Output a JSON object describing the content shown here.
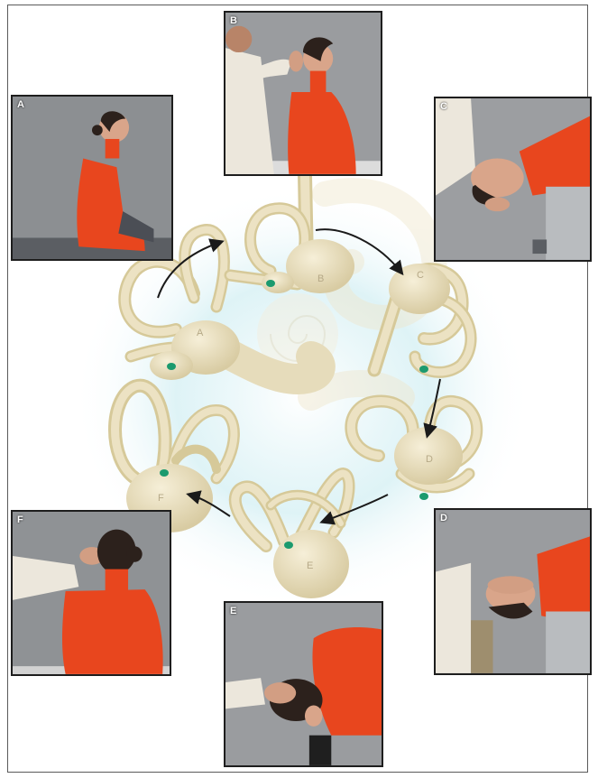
{
  "figure": {
    "photos": [
      {
        "id": "a",
        "label": "A"
      },
      {
        "id": "b",
        "label": "B"
      },
      {
        "id": "c",
        "label": "C"
      },
      {
        "id": "d",
        "label": "D"
      },
      {
        "id": "e",
        "label": "E"
      },
      {
        "id": "f",
        "label": "F"
      }
    ],
    "labyrinth_labels": [
      "A",
      "B",
      "C",
      "D",
      "E",
      "F"
    ]
  },
  "colors": {
    "frame": "#5a5a5a",
    "photo_border": "#1e1e1e",
    "wall": "#8f9295",
    "sweater": "#e8461e",
    "labyrinth": "#e9dfbf",
    "otolith": "#1b9a6e",
    "halo": "#bfe6ee"
  },
  "icons": {
    "otolith": "green-otolith-icon",
    "arrow": "curved-arrow-icon"
  }
}
